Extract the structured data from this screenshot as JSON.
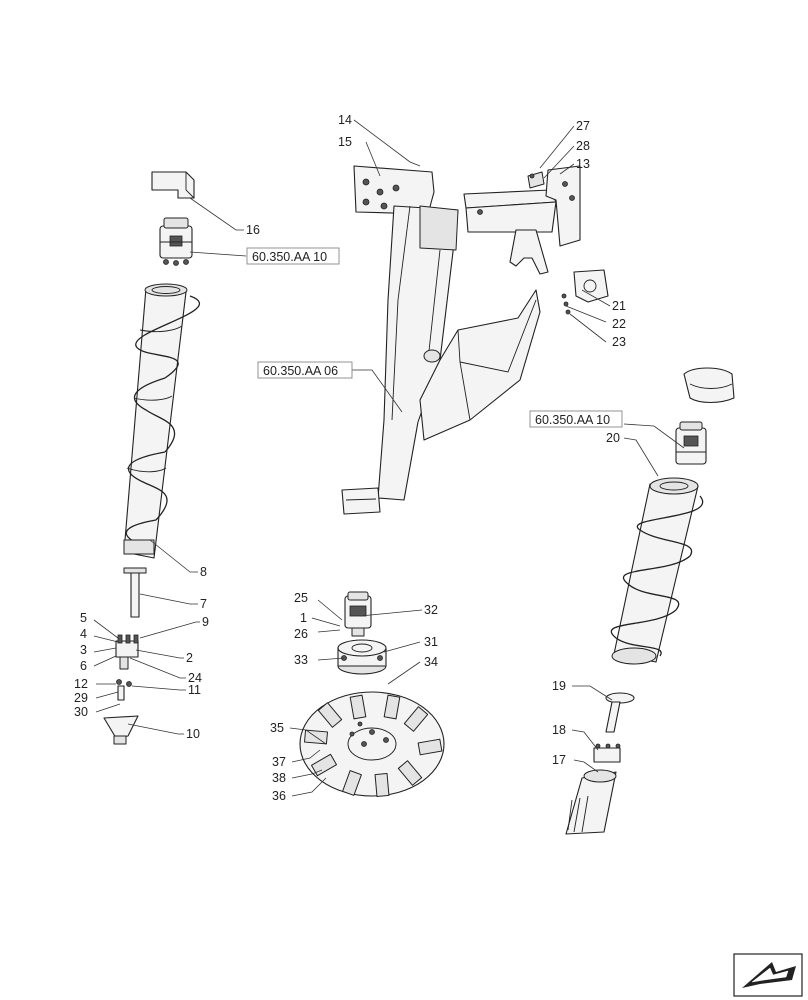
{
  "refs": {
    "r1": "60.350.AA 10",
    "r2": "60.350.AA 06",
    "r3": "60.350.AA 10"
  },
  "labels": {
    "n1": "1",
    "n2": "2",
    "n3": "3",
    "n4": "4",
    "n5": "5",
    "n6": "6",
    "n7": "7",
    "n8": "8",
    "n9": "9",
    "n10": "10",
    "n11": "11",
    "n12": "12",
    "n13": "13",
    "n14": "14",
    "n15": "15",
    "n16": "16",
    "n17": "17",
    "n18": "18",
    "n19": "19",
    "n20": "20",
    "n21": "21",
    "n22": "22",
    "n23": "23",
    "n24": "24",
    "n25": "25",
    "n26": "26",
    "n27": "27",
    "n28": "28",
    "n29": "29",
    "n30": "30",
    "n31": "31",
    "n32": "32",
    "n33": "33",
    "n34": "34",
    "n35": "35",
    "n36": "36",
    "n37": "37",
    "n38": "38"
  },
  "nav_icon": "arrow-left-icon"
}
